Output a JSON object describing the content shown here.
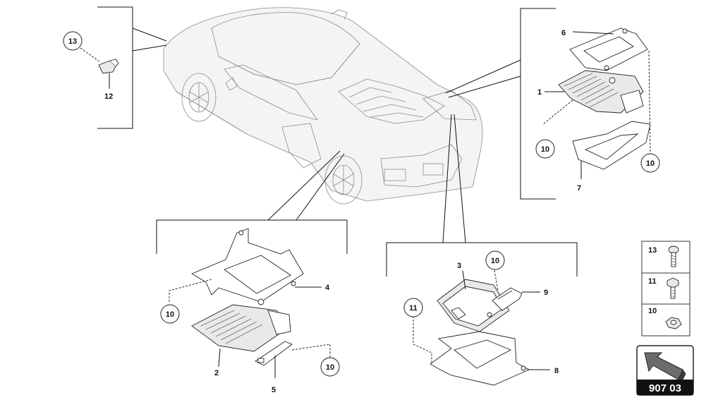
{
  "callouts": {
    "c1": "1",
    "c2": "2",
    "c3": "3",
    "c4": "4",
    "c5": "5",
    "c6": "6",
    "c7": "7",
    "c8": "8",
    "c9": "9",
    "c12": "12",
    "c13": "13"
  },
  "circles": {
    "k13": "13",
    "k10a": "10",
    "k10b": "10",
    "k10c": "10",
    "k10d": "10",
    "k10e": "10",
    "k11": "11"
  },
  "legend": {
    "bolt": "13",
    "screw": "11",
    "nut": "10"
  },
  "page_code": "907 03",
  "icons": [
    "arrow-icon",
    "bolt-icon",
    "screw-icon",
    "nut-icon"
  ]
}
